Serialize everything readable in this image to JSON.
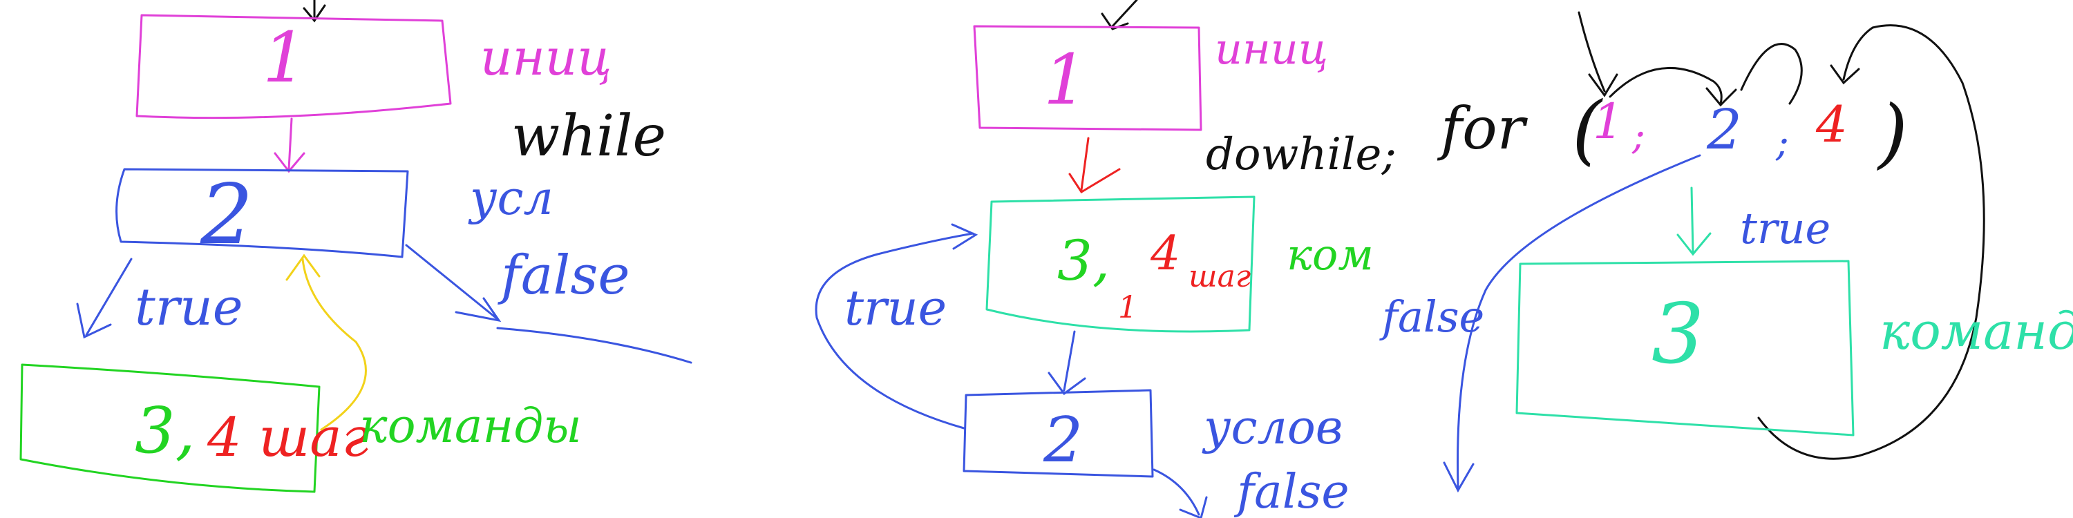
{
  "colors": {
    "magenta": "#e040d8",
    "blue": "#3a55e0",
    "green": "#22d422",
    "teal": "#2ee0a8",
    "red": "#ee2222",
    "black": "#111111",
    "yellow": "#f2d21a"
  },
  "while_diagram": {
    "init_box": "1",
    "init_note": "иниц",
    "loop_name": "while",
    "cond_box": "2",
    "cond_note": "усл",
    "true_label": "true",
    "false_label": "false",
    "body_box_part1": "3,",
    "body_box_part2": "4 шаг",
    "body_note": "команды"
  },
  "dowhile_diagram": {
    "init_box": "1",
    "init_note": "иниц",
    "loop_name": "dowhile;",
    "body_box_part1": "3,",
    "body_box_part2": "4",
    "body_box_part3": "шаг",
    "body_box_part4": "1",
    "body_note": "ком",
    "true_label": "true",
    "cond_box": "2",
    "cond_note": "услов",
    "false_label": "false"
  },
  "for_diagram": {
    "keyword": "for",
    "paren_open": "(",
    "part1": "1",
    "sep1": ";",
    "part2": "2",
    "sep2": ";",
    "part3": "4",
    "paren_close": ")",
    "true_label": "true",
    "false_label": "false",
    "body_box": "3",
    "body_note": "команды"
  }
}
